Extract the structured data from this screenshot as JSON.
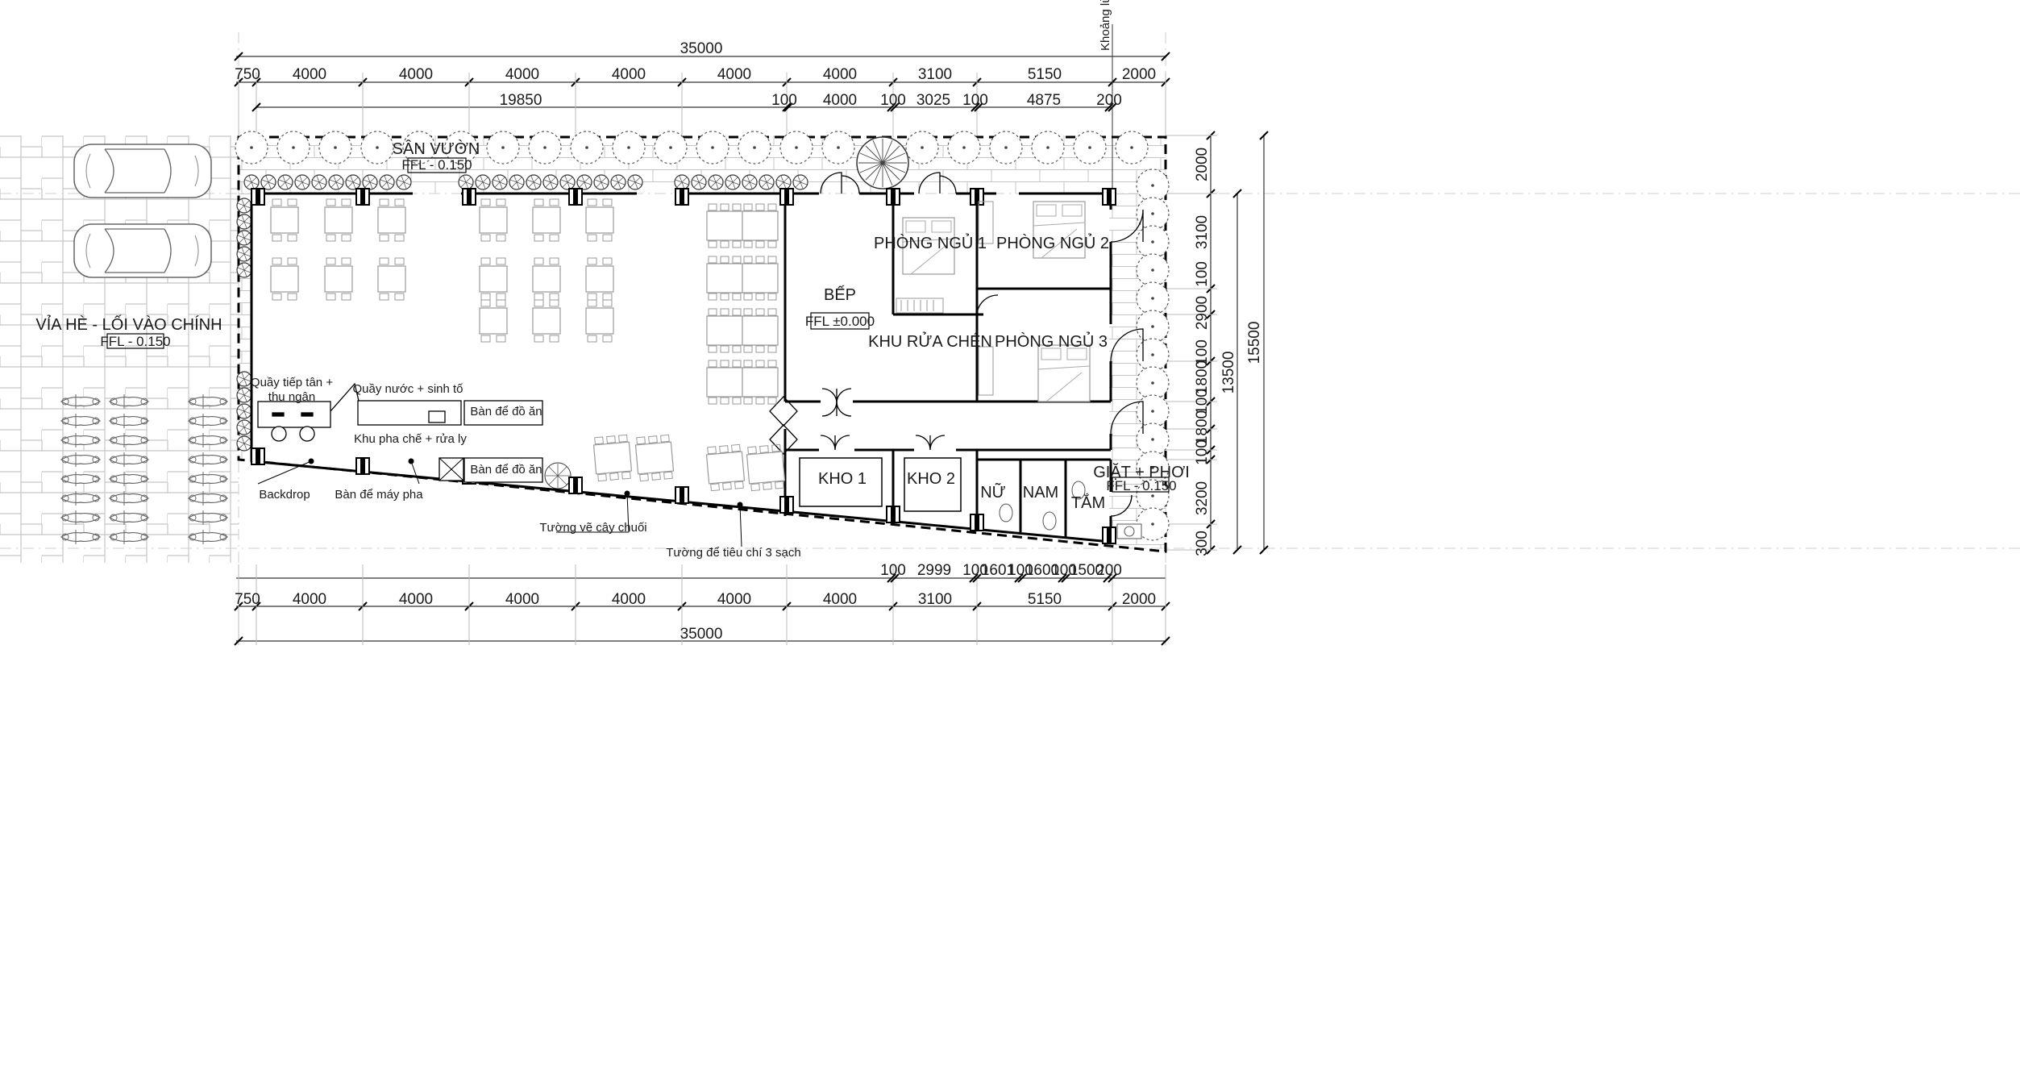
{
  "plan": {
    "setback_label": "Khoảng lùi",
    "total_width": "35000",
    "dims_top": [
      "750",
      "4000",
      "4000",
      "4000",
      "4000",
      "4000",
      "4000",
      "3100",
      "5150",
      "2000"
    ],
    "dims_top2": [
      "19850",
      "100",
      "4000",
      "100",
      "3025",
      "100",
      "4875",
      "200"
    ],
    "dims_bottom": [
      "750",
      "4000",
      "4000",
      "4000",
      "4000",
      "4000",
      "4000",
      "3100",
      "5150",
      "2000"
    ],
    "dims_bottom2": [
      "100",
      "2999",
      "100",
      "1601",
      "100",
      "1600",
      "100",
      "1500",
      "200"
    ],
    "dims_right": [
      "2000",
      "3100",
      "100",
      "2900",
      "100",
      "1800",
      "100",
      "1800",
      "100",
      "3200",
      "300"
    ],
    "dim_right_inner": "13500",
    "dim_right_total": "15500",
    "garden": {
      "name": "SÂN VƯỜN",
      "level": "FFL - 0.150"
    },
    "sidewalk": {
      "name": "VỈA HÈ - LỐI VÀO CHÍNH",
      "level": "FFL - 0.150"
    },
    "kitchen": {
      "name": "BẾP",
      "level": "FFL ±0.000"
    },
    "rooms": {
      "bedroom1": "PHÒNG NGỦ 1",
      "bedroom2": "PHÒNG NGỦ 2",
      "bedroom3": "PHÒNG NGỦ 3",
      "dishwash": "KHU RỬA CHÉN",
      "store1": "KHO 1",
      "store2": "KHO 2",
      "wc_female": "NỮ",
      "wc_male": "NAM",
      "shower": "TẮM"
    },
    "laundry": {
      "name": "GIẶT + PHƠI",
      "level": "FFL - 0.150"
    },
    "labels": {
      "reception_1": "Quầy tiếp tân +",
      "reception_2": "thu ngân",
      "juice_bar": "Quầy nước + sinh tố",
      "bar_prep": "Khu pha chế + rửa ly",
      "food_table_1": "Bàn để đồ ăn",
      "food_table_2": "Bàn để đồ ăn",
      "backdrop": "Backdrop",
      "machine_table": "Bàn để máy pha",
      "banana_wall": "Tường vẽ cây chuối",
      "criteria_wall": "Tường để tiêu chí 3 sạch"
    }
  }
}
